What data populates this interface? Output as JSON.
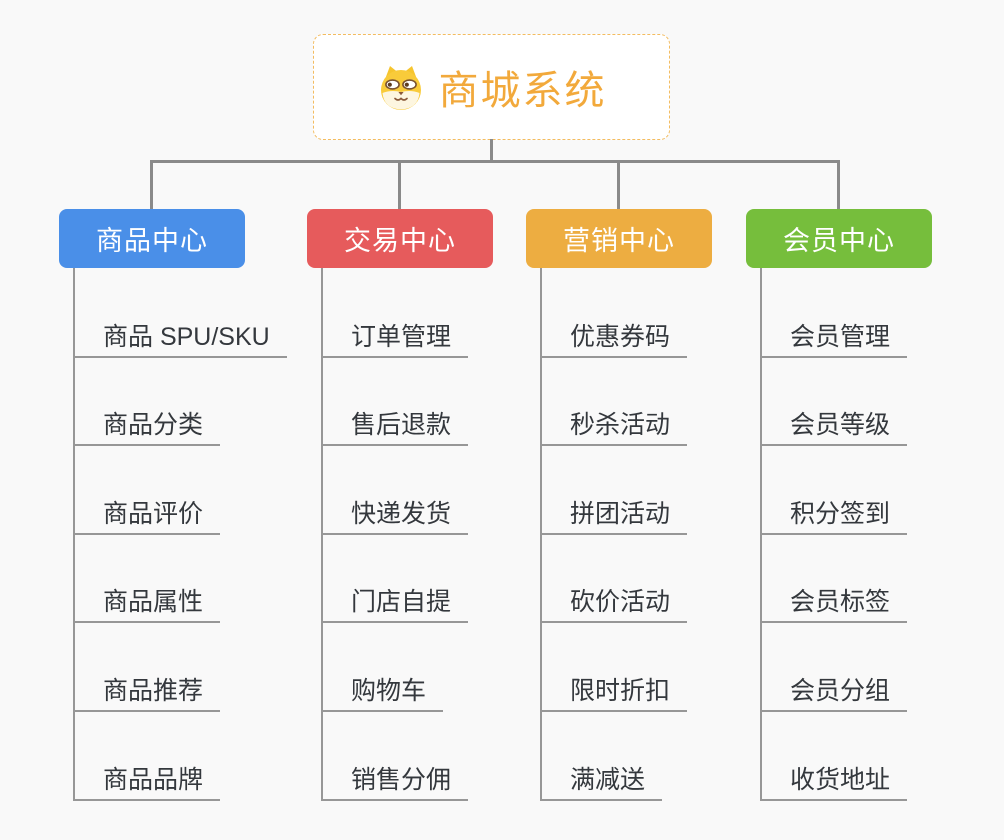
{
  "canvas": {
    "background": "#f9f9f9"
  },
  "root": {
    "title": "商城系统",
    "icon": "dog-face-icon",
    "text_color": "#f2a93b",
    "border_color": "#f3bc60"
  },
  "branches": [
    {
      "label": "商品中心",
      "color": "#4a8fe8",
      "children": [
        "商品 SPU/SKU",
        "商品分类",
        "商品评价",
        "商品属性",
        "商品推荐",
        "商品品牌"
      ]
    },
    {
      "label": "交易中心",
      "color": "#e65b5c",
      "children": [
        "订单管理",
        "售后退款",
        "快递发货",
        "门店自提",
        "购物车",
        "销售分佣"
      ]
    },
    {
      "label": "营销中心",
      "color": "#edad41",
      "children": [
        "优惠券码",
        "秒杀活动",
        "拼团活动",
        "砍价活动",
        "限时折扣",
        "满减送"
      ]
    },
    {
      "label": "会员中心",
      "color": "#76be3c",
      "children": [
        "会员管理",
        "会员等级",
        "积分签到",
        "会员标签",
        "会员分组",
        "收货地址"
      ]
    }
  ]
}
